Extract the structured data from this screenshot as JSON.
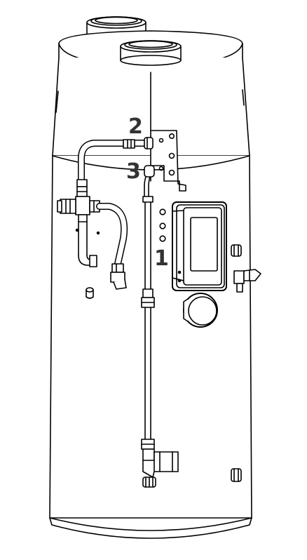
{
  "diagram": {
    "type": "technical line drawing",
    "stroke_color": "#000000",
    "background_color": "#ffffff",
    "callout_color": "#333333",
    "callouts": [
      {
        "id": "callout-1",
        "label": "1"
      },
      {
        "id": "callout-2",
        "label": "2"
      },
      {
        "id": "callout-3",
        "label": "3"
      }
    ]
  }
}
